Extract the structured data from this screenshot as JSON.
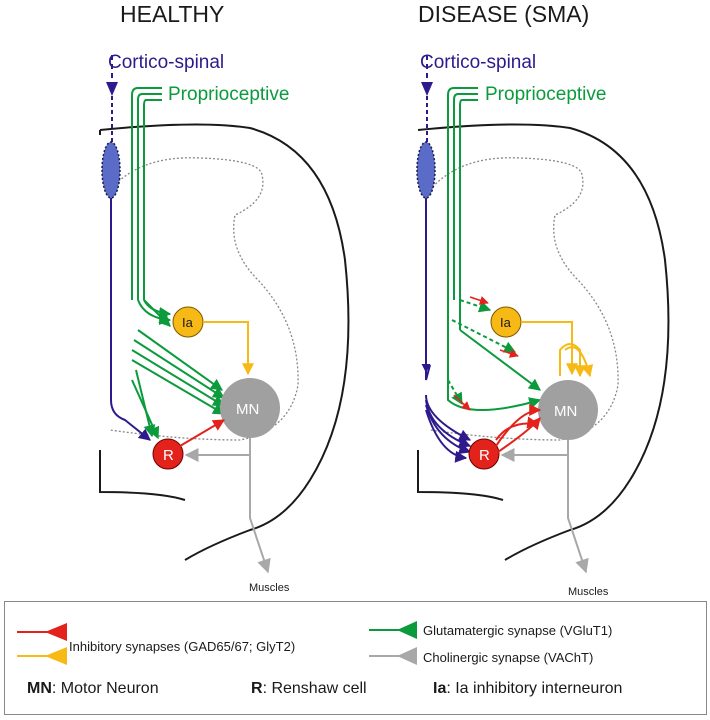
{
  "panels": {
    "healthy": {
      "title": "HEALTHY",
      "corticospinal": "Cortico-spinal",
      "proprioceptive": "Proprioceptive",
      "ia": "Ia",
      "mn": "MN",
      "r": "R",
      "muscles": "Muscles"
    },
    "disease": {
      "title": "DISEASE (SMA)",
      "corticospinal": "Cortico-spinal",
      "proprioceptive": "Proprioceptive",
      "ia": "Ia",
      "mn": "MN",
      "r": "R",
      "muscles": "Muscles"
    }
  },
  "legend": {
    "inhibitory": "Inhibitory synapses (GAD65/67; GlyT2)",
    "glutamatergic": "Glutamatergic synapse (VGluT1)",
    "cholinergic": "Cholinergic synapse (VAChT)",
    "defs": [
      {
        "term": "MN",
        "desc": ": Motor Neuron"
      },
      {
        "term": "R",
        "desc": ": Renshaw cell"
      },
      {
        "term": "Ia",
        "desc": ": Ia inhibitory interneuron"
      }
    ]
  },
  "colors": {
    "corticospinal": "#2e1a8c",
    "proprioceptive": "#0b9a3c",
    "inhibitory_red": "#e3231b",
    "inhibitory_yellow": "#f6b915",
    "cholinergic_grey": "#a8a8a8",
    "motor_neuron": "#a0a0a0"
  }
}
